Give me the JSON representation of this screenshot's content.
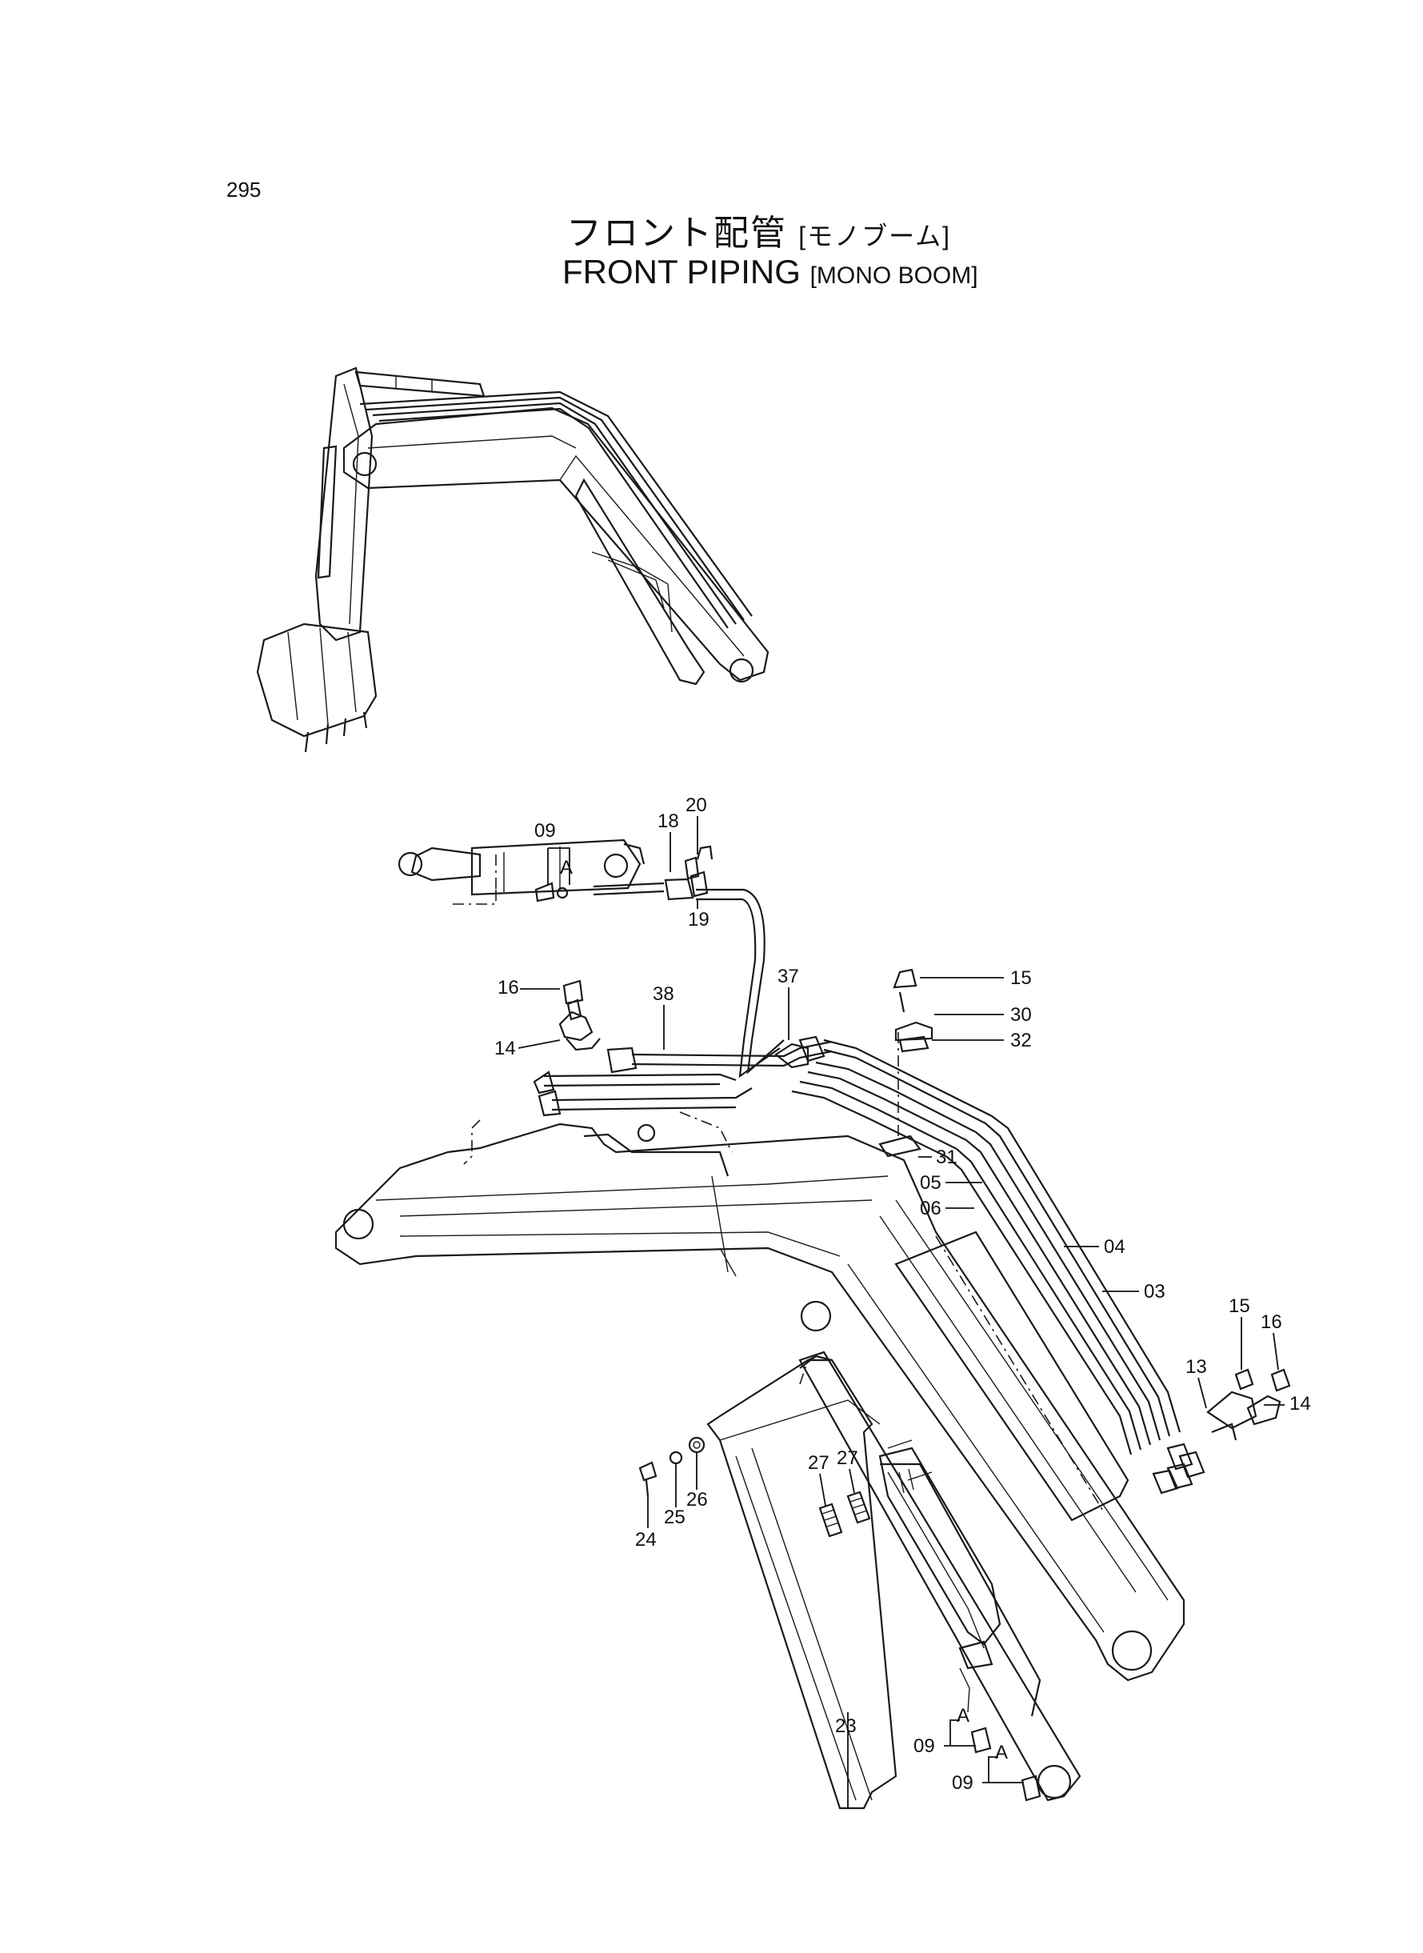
{
  "page_number": "295",
  "title": {
    "jp_main": "フロント配管",
    "jp_sub": "[モノブーム]",
    "en_main": "FRONT PIPING",
    "en_sub": "[MONO BOOM]"
  },
  "callouts": {
    "c09a": "09",
    "cA1": "A",
    "c18": "18",
    "c20": "20",
    "c19": "19",
    "c38": "38",
    "c37": "37",
    "c16a": "16",
    "c14a": "14",
    "c15a": "15",
    "c30": "30",
    "c32": "32",
    "c31": "31",
    "c05": "05",
    "c06": "06",
    "c04": "04",
    "c03": "03",
    "c15b": "15",
    "c16b": "16",
    "c13": "13",
    "c14b": "14",
    "c24": "24",
    "c25": "25",
    "c26": "26",
    "c27a": "27",
    "c27b": "27",
    "c23": "23",
    "c09b": "09",
    "cA2": "A",
    "c09c": "09",
    "cA3": "A"
  }
}
